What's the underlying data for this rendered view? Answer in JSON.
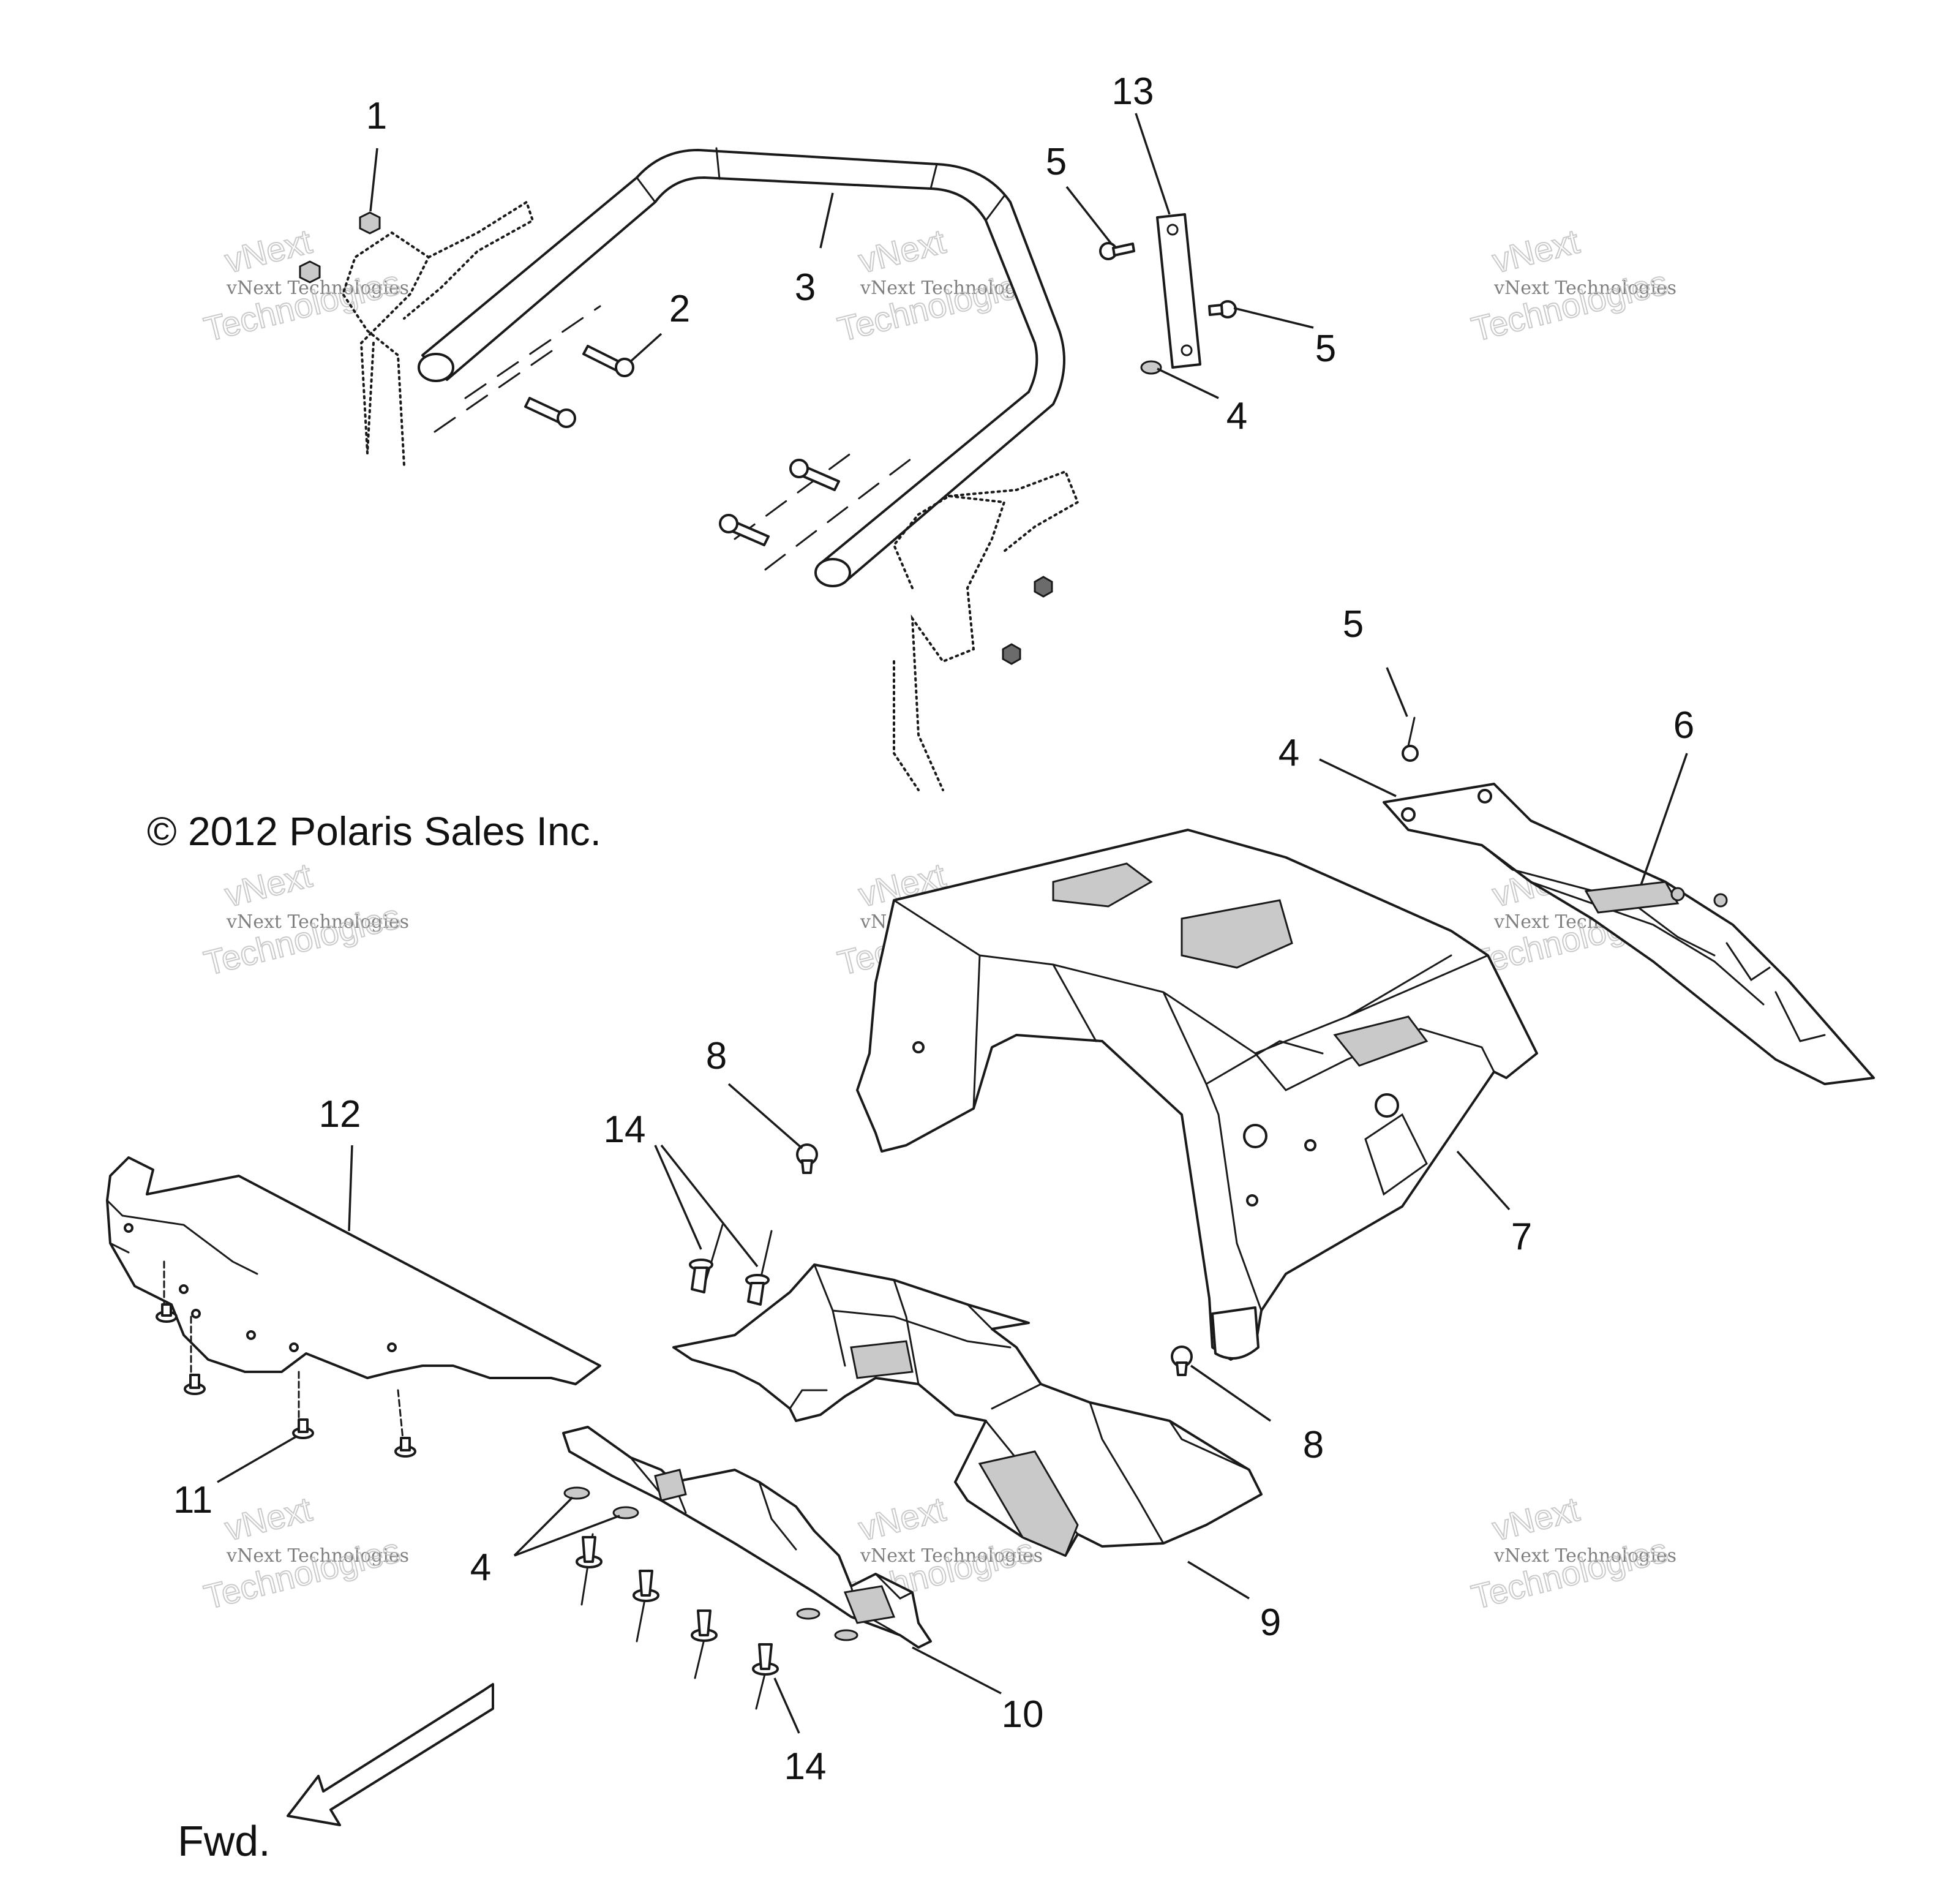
{
  "copyright": "© 2012 Polaris Sales Inc.",
  "direction_label": "Fwd.",
  "watermark": {
    "small": "vNext Technologies",
    "big_line1": "vNext",
    "big_line2": "Technologies"
  },
  "callouts": {
    "c1": "1",
    "c2": "2",
    "c3": "3",
    "c4a": "4",
    "c4b": "4",
    "c4c": "4",
    "c5a": "5",
    "c5b": "5",
    "c5c": "5",
    "c6": "6",
    "c7": "7",
    "c8a": "8",
    "c8b": "8",
    "c9": "9",
    "c10": "10",
    "c11": "11",
    "c12": "12",
    "c13": "13",
    "c14a": "14",
    "c14b": "14"
  }
}
